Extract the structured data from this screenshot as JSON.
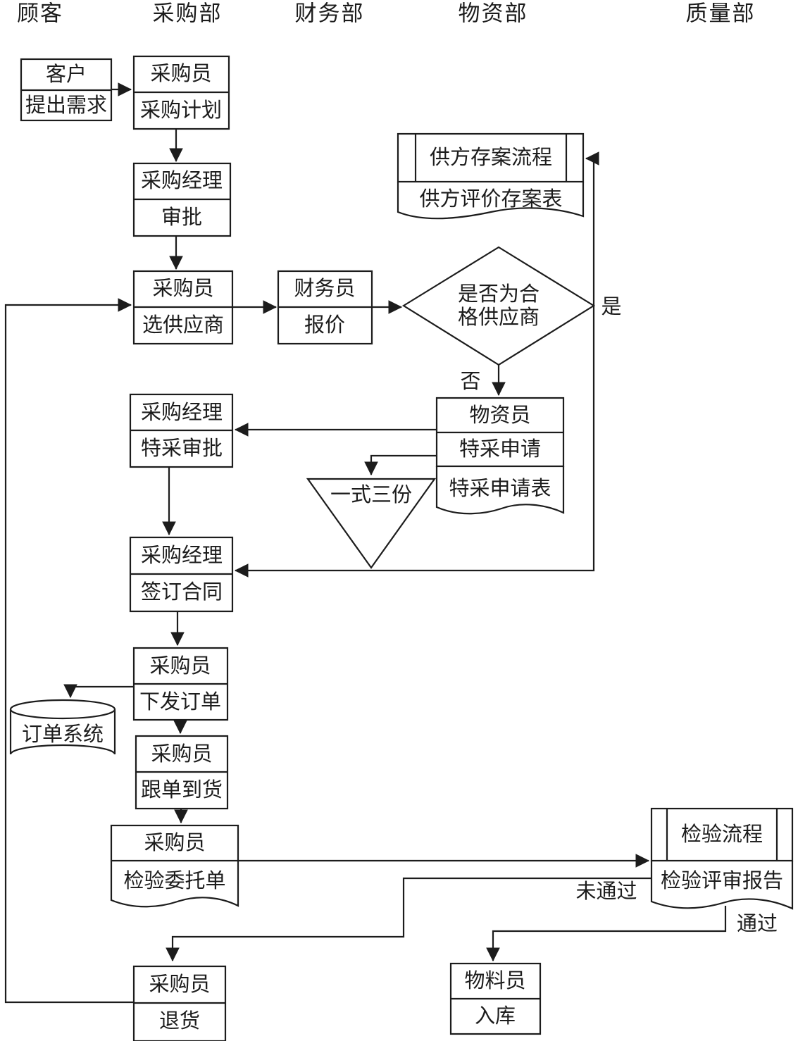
{
  "lanes": [
    "顾客",
    "采购部",
    "财务部",
    "物资部",
    "质量部"
  ],
  "nodes": {
    "customer_request": {
      "line1": "客户",
      "line2": "提出需求"
    },
    "purchase_plan": {
      "line1": "采购员",
      "line2": "采购计划"
    },
    "manager_approve": {
      "line1": "采购经理",
      "line2": "审批"
    },
    "select_supplier": {
      "line1": "采购员",
      "line2": "选供应商"
    },
    "finance_quote": {
      "line1": "财务员",
      "line2": "报价"
    },
    "qualified_decision": {
      "line1": "是否为合",
      "line2": "格供应商"
    },
    "supplier_filing": {
      "title": "供方存案流程",
      "doc": "供方评价存案表"
    },
    "special_request": {
      "line1": "物资员",
      "line2": "特采申请",
      "doc": "特采申请表"
    },
    "special_approve": {
      "line1": "采购经理",
      "line2": "特采审批"
    },
    "triplicate": {
      "label": "一式三份"
    },
    "sign_contract": {
      "line1": "采购经理",
      "line2": "签订合同"
    },
    "issue_order": {
      "line1": "采购员",
      "line2": "下发订单"
    },
    "order_system": {
      "label": "订单系统"
    },
    "track_arrival": {
      "line1": "采购员",
      "line2": "跟单到货"
    },
    "inspection_request": {
      "line1": "采购员",
      "doc": "检验委托单"
    },
    "inspection_process": {
      "title": "检验流程",
      "doc": "检验评审报告"
    },
    "warehouse_in": {
      "line1": "物料员",
      "line2": "入库"
    },
    "return_goods": {
      "line1": "采购员",
      "line2": "退货"
    }
  },
  "edges": {
    "yes": "是",
    "no": "否",
    "fail": "未通过",
    "pass": "通过"
  },
  "colors": {
    "ink": "#1c1c1c",
    "background": "#ffffff"
  }
}
